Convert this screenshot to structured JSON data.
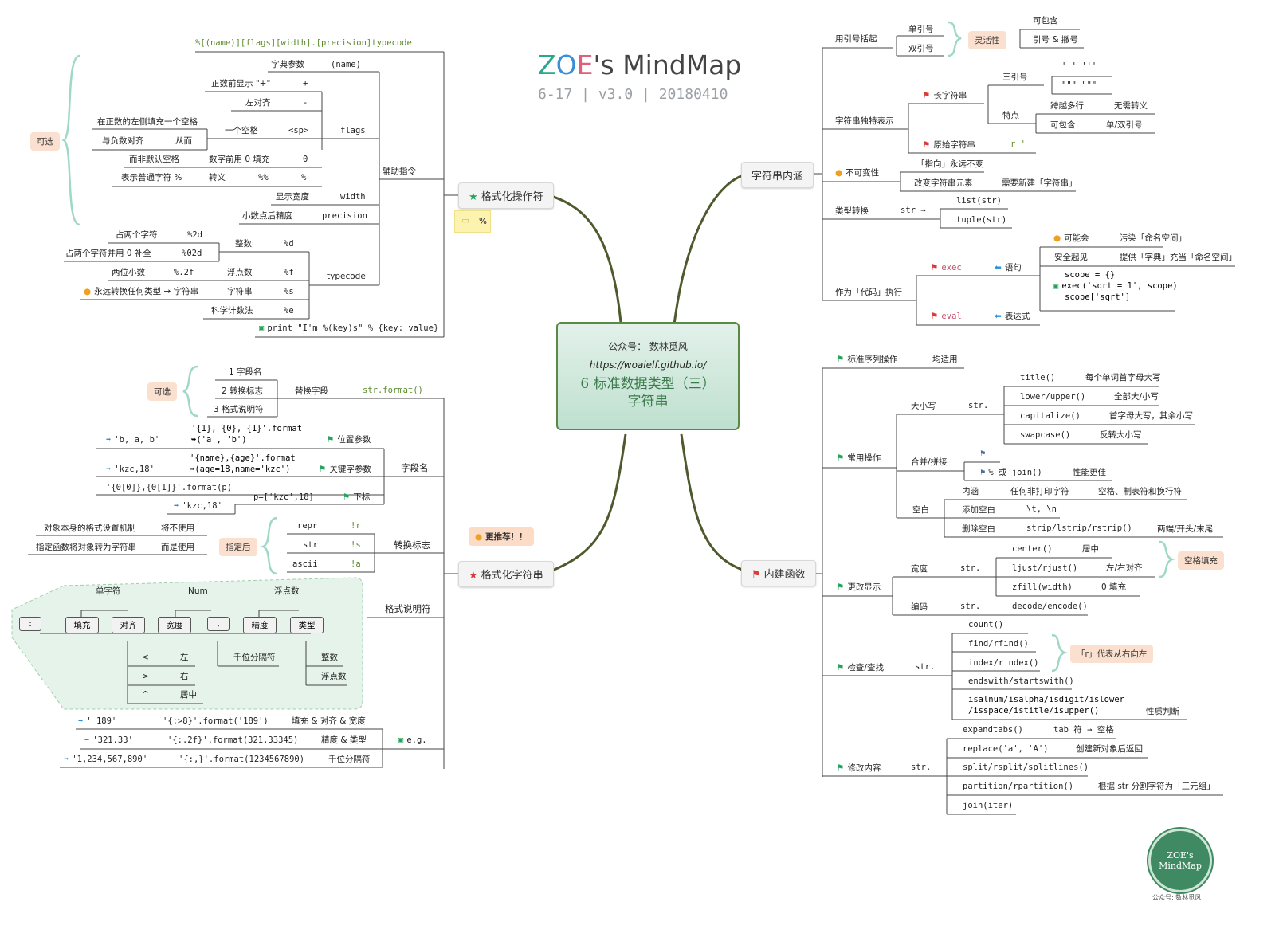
{
  "title": {
    "main": "ZOE's MindMap",
    "version": "6-17 | v3.0 | 20180410"
  },
  "center": {
    "account": "公众号： 数林觅风",
    "url": "https://woaielf.github.io/",
    "title": "6 标准数据类型（三）",
    "subtitle": "字符串"
  },
  "nodes": {
    "format_operator": "格式化操作符",
    "format_note": "%",
    "format_string": "格式化字符串",
    "recommended": "更推荐！！",
    "string_connotation": "字符串内涵",
    "builtin_functions": "内建函数"
  },
  "lt": {
    "syntax": "%[(name)][flags][width].[precision]typecode",
    "optional": "可选",
    "aux": "辅助指令",
    "dict_param": "字典参数",
    "dict_param_val": "(name)",
    "plus_label": "正数前显示 \"+\"",
    "plus_val": "+",
    "left_label": "左对齐",
    "left_val": "-",
    "space_desc": "在正数的左侧填充一个空格",
    "neg_align": "与负数对齐",
    "neg_from": "从而",
    "one_space": "一个空格",
    "sp": "<sp>",
    "flags": "flags",
    "default_space": "而非默认空格",
    "zero_fill": "数字前用 0 填充",
    "zero_val": "0",
    "plain_pct": "表示普通字符 %",
    "escape": "转义",
    "pctpct": "%%",
    "pct": "%",
    "show_width": "显示宽度",
    "width": "width",
    "decimal_prec": "小数点后精度",
    "precision": "precision",
    "two_chars": "占两个字符",
    "p2d": "%2d",
    "two_chars_zero": "占两个字符并用 0 补全",
    "p02d": "%02d",
    "integer": "整数",
    "pd": "%d",
    "two_dec": "两位小数",
    "p2f": "%.2f",
    "float": "浮点数",
    "pf": "%f",
    "always_str": "永远转换任何类型 → 字符串",
    "string": "字符串",
    "ps": "%s",
    "sci": "科学计数法",
    "pe": "%e",
    "typecode": "typecode",
    "print_example": "print \"I'm %(key)s\" % {key: value}"
  },
  "lb": {
    "optional": "可选",
    "field1": "1 字段名",
    "field2": "2 转换标志",
    "field3": "3 格式说明符",
    "replace": "替换字段",
    "method": "str.format()",
    "pos_result": "'b, a, b'",
    "pos_code1": "'{1}, {0}, {1}'.format",
    "pos_code2": "➥('a', 'b')",
    "positional": "位置参数",
    "kw_result": "'kzc,18'",
    "kw_code1": "'{name},{age}'.format",
    "kw_code2": "➥(age=18,name='kzc')",
    "keyword": "关键字参数",
    "field_name": "字段名",
    "idx_code": "'{0[0]},{0[1]}'.format(p)",
    "idx_result": "'kzc,18'",
    "idx_p": "p=['kzc',18]",
    "subscript": "下标",
    "obj_mech": "对象本身的格式设置机制",
    "not_used": "将不使用",
    "func_convert": "指定函数将对象转为字符串",
    "used": "而是使用",
    "specified": "指定后",
    "repr": "repr",
    "r": "!r",
    "str": "str",
    "s": "!s",
    "ascii": "ascii",
    "a": "!a",
    "conv_flag": "转换标志",
    "format_spec": "格式说明符"
  },
  "spec": {
    "single_char": "单字符",
    "num": "Num",
    "float": "浮点数",
    "colon": ":",
    "fill": "填充",
    "align": "对齐",
    "width": "宽度",
    "comma": ",",
    "precision": "精度",
    "type": "类型",
    "lt": "<",
    "left": "左",
    "gt": ">",
    "right": "右",
    "caret": "^",
    "center": "居中",
    "thousands": "千位分隔符",
    "integer": "整数",
    "floatnum": "浮点数"
  },
  "ex": {
    "r1": "'    189'",
    "c1": "'{:>8}'.format('189')",
    "d1": "填充 & 对齐 & 宽度",
    "r2": "'321.33'",
    "c2": "'{:.2f}'.format(321.33345)",
    "d2": "精度 & 类型",
    "r3": "'1,234,567,890'",
    "c3": "'{:,}'.format(1234567890)",
    "d3": "千位分隔符",
    "eg": "e.g."
  },
  "rt": {
    "quote_wrap": "用引号括起",
    "single": "单引号",
    "double": "双引号",
    "flex": "灵活性",
    "can_contain": "可包含",
    "quote_apos": "引号 & 撇号",
    "unique_repr": "字符串独特表示",
    "long_str": "长字符串",
    "triple": "三引号",
    "tri1": "''' '''",
    "tri2": "\"\"\" \"\"\"",
    "feature": "特点",
    "multiline": "跨越多行",
    "no_escape": "无需转义",
    "can_contain2": "可包含",
    "sd_quote": "单/双引号",
    "raw_str": "原始字符串",
    "r_prefix": "r''",
    "immutable": "不可变性",
    "pointer": "「指向」永远不变",
    "change_elem": "改变字符串元素",
    "need_new": "需要新建「字符串」",
    "type_conv": "类型转换",
    "str_arrow": "str →",
    "list_str": "list(str)",
    "tuple_str": "tuple(str)",
    "exec_code": "作为「代码」执行",
    "exec": "exec",
    "statement": "语句",
    "eval": "eval",
    "expression": "表达式",
    "may": "可能会",
    "pollute": "污染「命名空间」",
    "safe": "安全起见",
    "provide_dict": "提供「字典」充当「命名空间」",
    "scope1": "scope = {}",
    "scope2": "exec('sqrt = 1', scope)",
    "scope3": "scope['sqrt']"
  },
  "rb": {
    "seq_ops": "标准序列操作",
    "applicable": "均适用",
    "common_ops": "常用操作",
    "case": "大小写",
    "str1": "str.",
    "title": "title()",
    "title_d": "每个单词首字母大写",
    "lowup": "lower/upper()",
    "lowup_d": "全部大/小写",
    "cap": "capitalize()",
    "cap_d": "首字母大写，其余小写",
    "swap": "swapcase()",
    "swap_d": "反转大小写",
    "concat": "合并/拼接",
    "plus": "+",
    "join": "% 或 join()",
    "better": "性能更佳",
    "whitespace": "空白",
    "builtin": "内涵",
    "nonprint": "任何非打印字符",
    "ws_desc": "空格、制表符和换行符",
    "add_ws": "添加空白",
    "tn": "\\t, \\n",
    "del_ws": "删除空白",
    "strip": "strip/lstrip/rstrip()",
    "strip_d": "两端/开头/末尾",
    "display": "更改显示",
    "width": "宽度",
    "str2": "str.",
    "center": "center()",
    "center_d": "居中",
    "just": "ljust/rjust()",
    "just_d": "左/右对齐",
    "zfill": "zfill(width)",
    "zfill_d": "0 填充",
    "pad": "空格填充",
    "encode": "编码",
    "str3": "str.",
    "decode": "decode/encode()",
    "check": "检查/查找",
    "str4": "str.",
    "count": "count()",
    "find": "find/rfind()",
    "index": "index/rindex()",
    "ends": "endswith/startswith()",
    "is1": "isalnum/isalpha/isdigit/islower",
    "is2": "/isspace/istitle/isupper()",
    "prop": "性质判断",
    "r_note": "「r」代表从右向左",
    "modify": "修改内容",
    "str5": "str.",
    "expand": "expandtabs()",
    "expand_d": "tab 符 → 空格",
    "replace": "replace('a', 'A')",
    "replace_d": "创建新对象后返回",
    "split": "split/rsplit/splitlines()",
    "partition": "partition/rpartition()",
    "partition_d": "根据 str 分割字符为「三元组」",
    "joinit": "join(iter)"
  },
  "logo": {
    "line1": "ZOE's",
    "line2": "MindMap",
    "caption": "公众号: 数林觅风"
  },
  "colors": {
    "accent": "#5c8a45",
    "branch": "#4e5a2d",
    "tag": "#fbe0cf",
    "flag_red": "#d93a3a",
    "flag_green": "#23a35a"
  }
}
